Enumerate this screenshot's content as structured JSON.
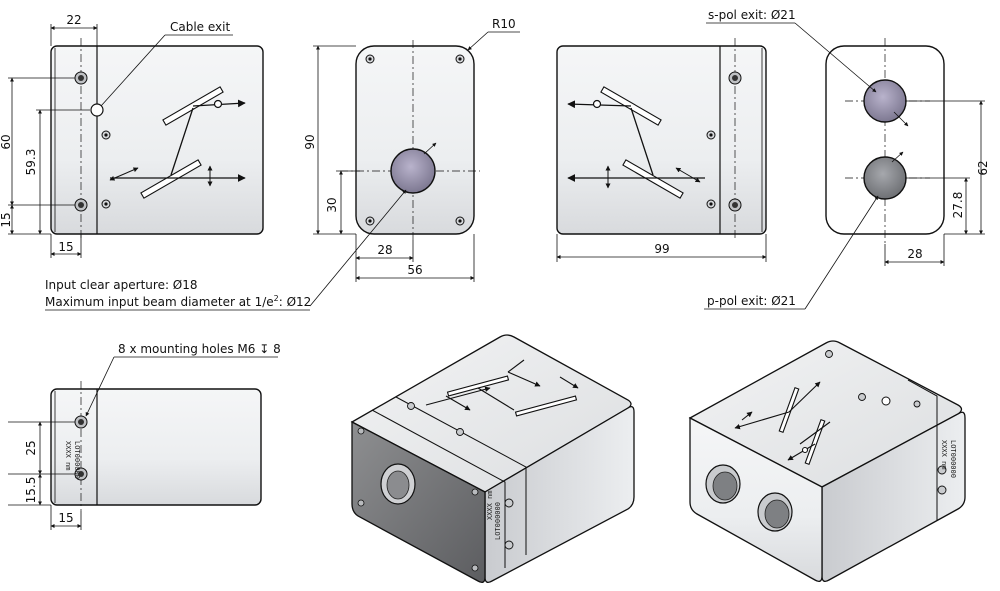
{
  "labels": {
    "cable_exit": "Cable exit",
    "r10": "R10",
    "s_pol_exit": "s-pol exit: Ø21",
    "p_pol_exit": "p-pol exit: Ø21",
    "input_aperture": "Input clear aperture: Ø18",
    "max_beam": "Maximum input beam diameter at 1/e",
    "max_beam_sup": "2",
    "max_beam_tail": ": Ø12",
    "mounting_holes": "8 x mounting holes M6 ↧ 8"
  },
  "dims": {
    "v1_width_top": "22",
    "v1_height": "60",
    "v1_height_2": "59.3",
    "v1_bottom": "15",
    "v1_width_bottom": "15",
    "v2_height": "90",
    "v2_center_h": "30",
    "v2_center_w": "28",
    "v2_width": "56",
    "v3_length": "99",
    "v4_height": "62",
    "v4_center_h": "27.8",
    "v4_center_w": "28",
    "v5_height": "25",
    "v5_bottom": "15.5",
    "v5_width": "15"
  },
  "engraving": {
    "line1": "XXXX nm",
    "line2": "LOT000000"
  },
  "colors": {
    "body_light": "#eceef0",
    "body_dark": "#d7d9dc",
    "lens": "#9a95ad",
    "ink": "#111111"
  }
}
